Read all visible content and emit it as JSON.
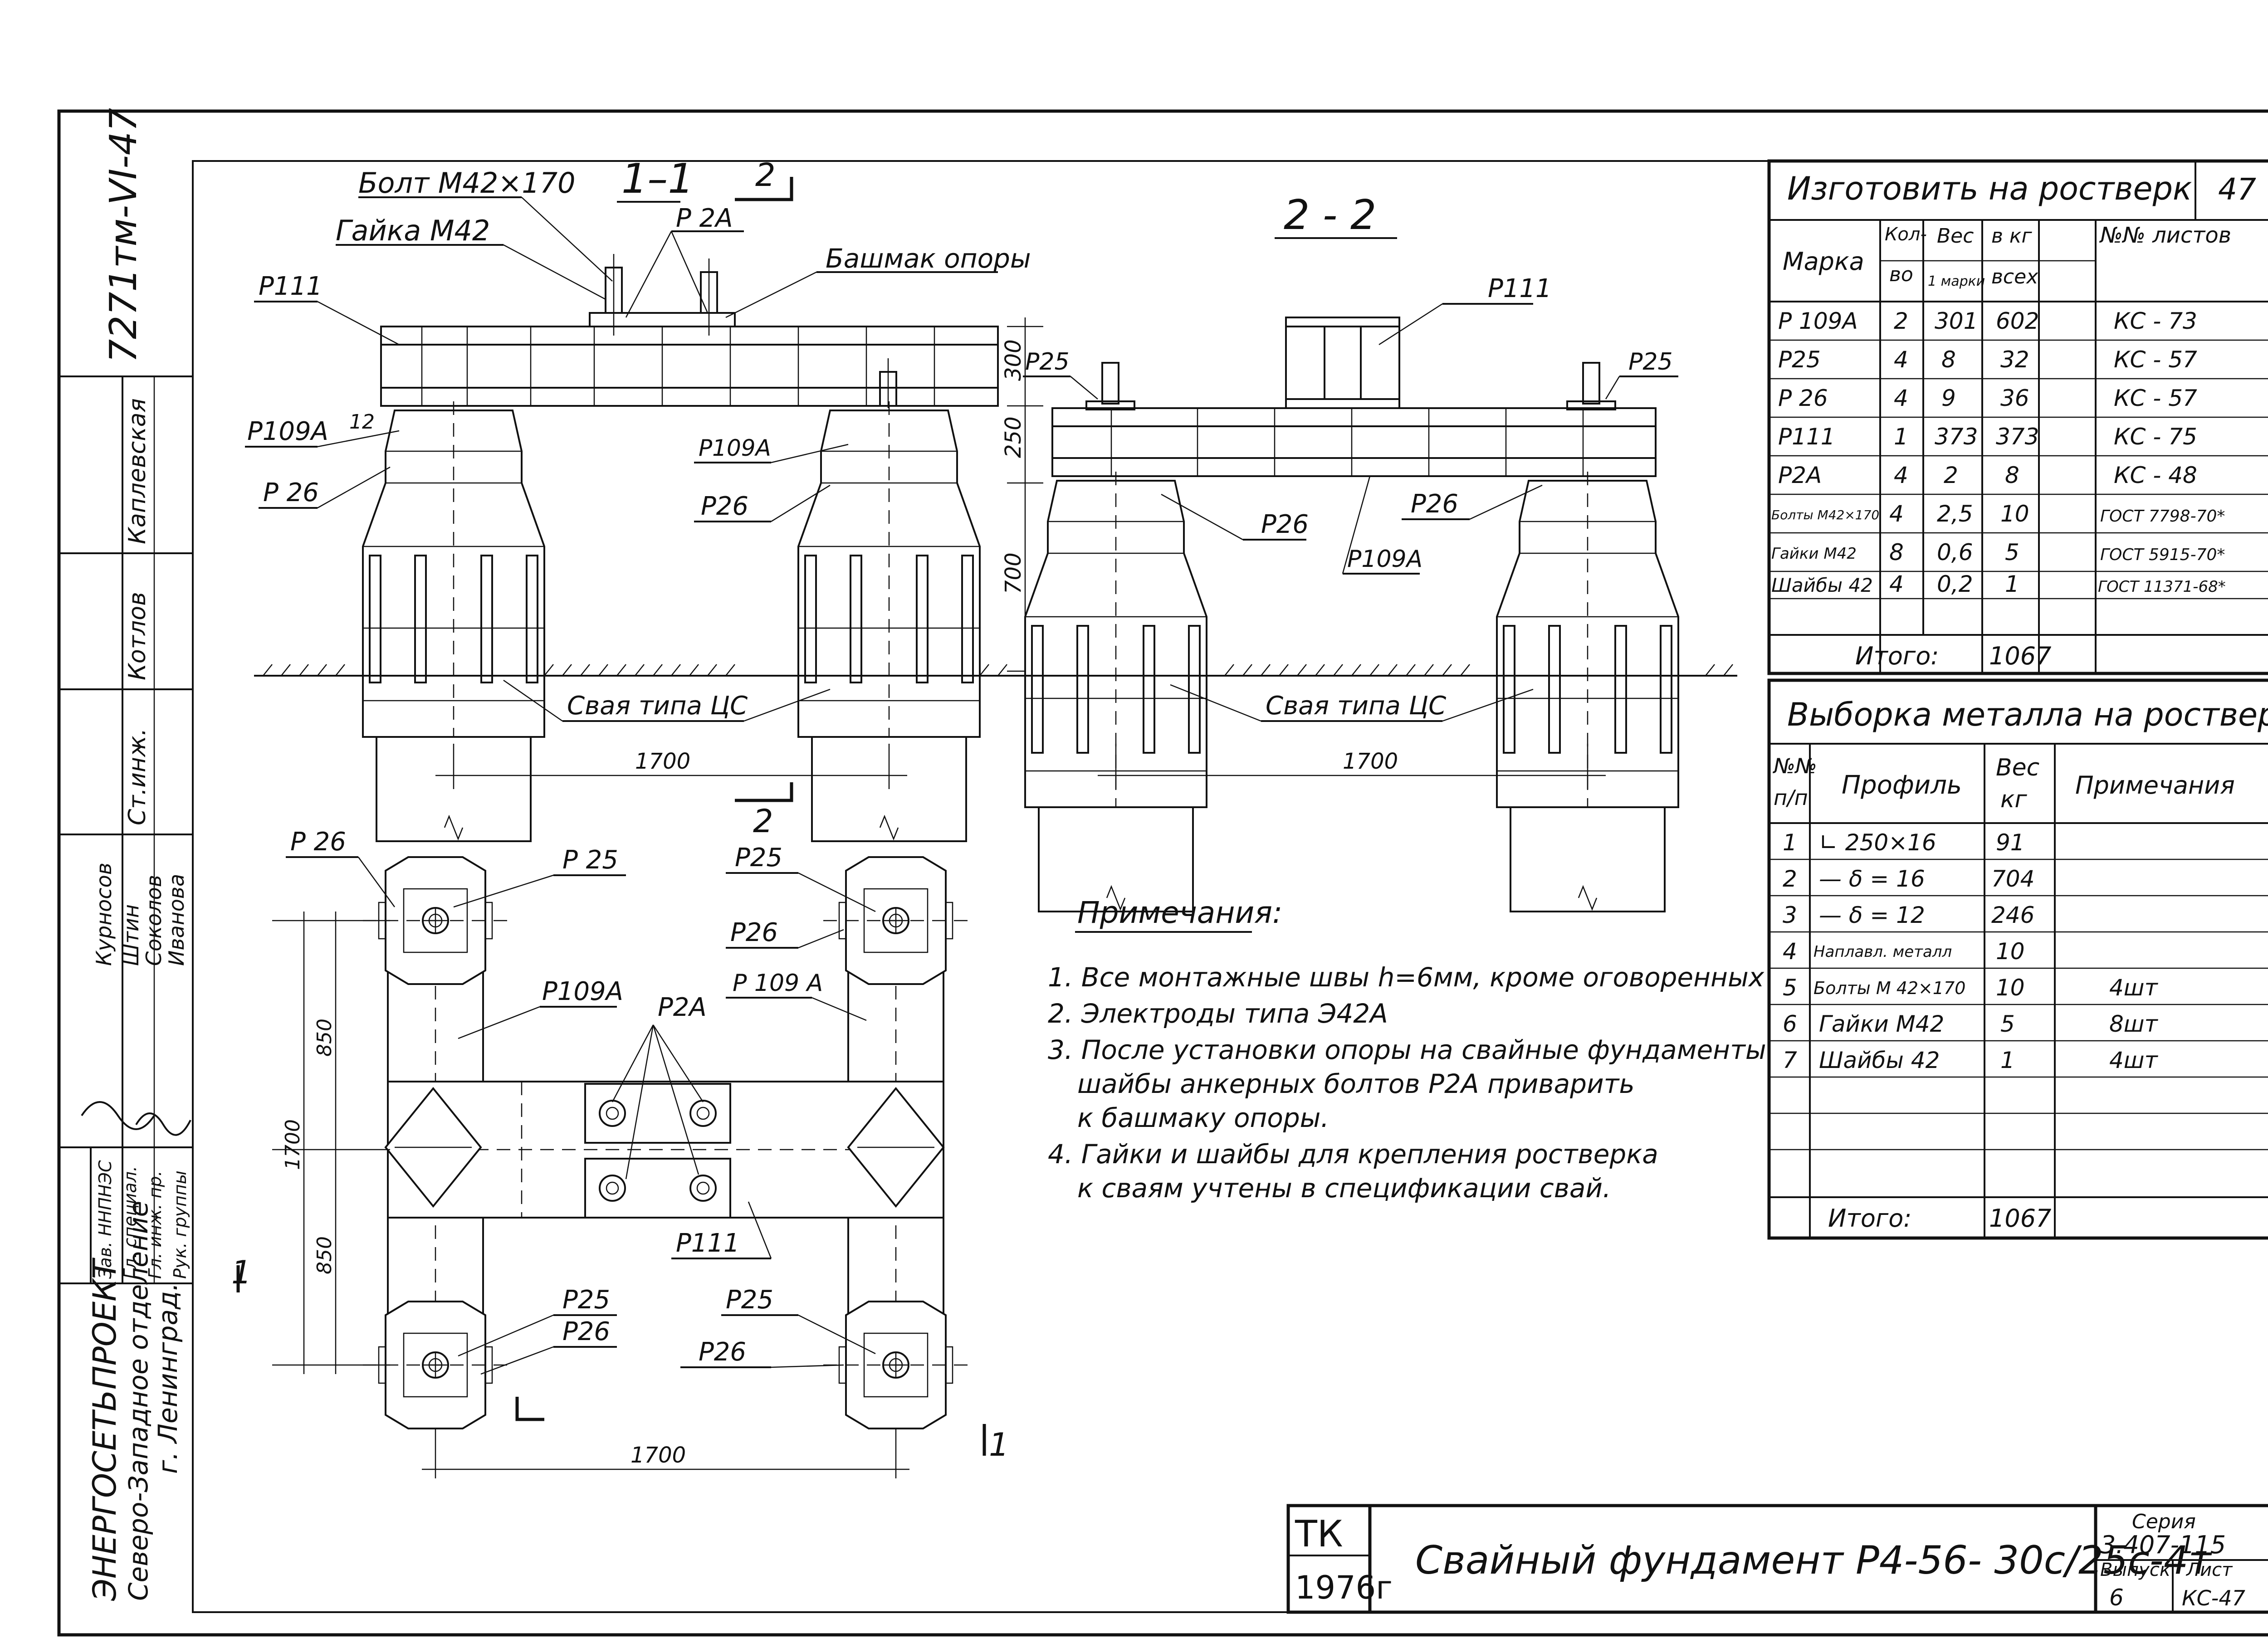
{
  "side_stamp": {
    "code": "7271тм-VI-47",
    "names": [
      "Каплевская",
      "Котлов",
      "Ст.инж.",
      "Курносов",
      "Штин",
      "Соколов",
      "Иванова"
    ],
    "roles": [
      "Зав. ННПНЭС",
      "Гл. специал.",
      "Гл. инж. пр.",
      "Рук. группы"
    ],
    "org_1": "ЭНЕРГОСЕТЬПРОЕКТ",
    "org_2": "Северо-Западное отделение",
    "org_3": "г. Ленинград."
  },
  "section_11": {
    "title": "1–1",
    "cut_mark": "2",
    "labels": {
      "bolt": "Болт М42×170",
      "nut": "Гайка М42",
      "p2a": "Р 2А",
      "shoe": "Башмак опоры",
      "p111": "Р111",
      "p109a_left": "Р109А",
      "p26_left": "Р 26",
      "p109a_right": "Р109А",
      "p26_right": "Р26",
      "weld": "12",
      "pile": "Свая типа ЦС"
    },
    "dims": {
      "h1": "300",
      "h2": "250",
      "h3": "700",
      "span": "1700"
    }
  },
  "section_22": {
    "title": "2 - 2",
    "labels": {
      "p25_left": "Р25",
      "p25_right": "Р25",
      "p111": "Р111",
      "p26_left": "Р26",
      "p26_right": "Р26",
      "p109a": "Р109А",
      "pile": "Свая типа ЦС"
    },
    "dims": {
      "span": "1700"
    }
  },
  "plan": {
    "cut_mark_top": "2",
    "cut_mark_left": "1",
    "cut_mark_right": "1",
    "labels": {
      "p26_tl": "Р 26",
      "p25_tl": "Р 25",
      "p25_tr": "Р25",
      "p26_tr": "Р26",
      "p109a_left": "Р109А",
      "p109a_right": "Р 109 А",
      "p2a": "Р2А",
      "p111": "Р111",
      "p25_bl": "Р25",
      "p26_bl": "Р26",
      "p25_br": "Р25",
      "p26_br": "Р26"
    },
    "dims": {
      "top": "850",
      "bottom": "850",
      "total": "1700",
      "span": "1700"
    }
  },
  "notes": {
    "title": "Примечания:",
    "items": [
      "1. Все монтажные швы h=6мм, кроме оговоренных",
      "2. Электроды типа Э42А",
      "3. После установки опоры на свайные фундаменты",
      "шайбы анкерных болтов Р2А приварить",
      "к башмаку опоры.",
      "4. Гайки и шайбы для крепления ростверка",
      "к сваям учтены в спецификации свай."
    ]
  },
  "spec_table": {
    "title": "Изготовить на ростверк",
    "sheet_no": "47",
    "headers": {
      "mark": "Марка",
      "qty_1": "Кол-",
      "qty_2": "во",
      "weight_1": "Вес",
      "weight_2": "1 марки",
      "kg_1": "в кг",
      "kg_2": "всех",
      "sheets": "№№ листов"
    },
    "rows": [
      [
        "Р 109А",
        "2",
        "301",
        "602",
        "КС - 73"
      ],
      [
        "Р25",
        "4",
        "8",
        "32",
        "КС - 57"
      ],
      [
        "Р 26",
        "4",
        "9",
        "36",
        "КС - 57"
      ],
      [
        "Р111",
        "1",
        "373",
        "373",
        "КС - 75"
      ],
      [
        "Р2А",
        "4",
        "2",
        "8",
        "КС - 48"
      ],
      [
        "Болты М42×170",
        "4",
        "2,5",
        "10",
        "ГОСТ 7798-70*"
      ],
      [
        "Гайки М42",
        "8",
        "0,6",
        "5",
        "ГОСТ 5915-70*"
      ],
      [
        "Шайбы 42",
        "4",
        "0,2",
        "1",
        "ГОСТ 11371-68*"
      ]
    ],
    "total_label": "Итого:",
    "total_value": "1067"
  },
  "metal_table": {
    "title": "Выборка металла на ростверк",
    "headers": {
      "no_1": "№№",
      "no_2": "п/п",
      "profile": "Профиль",
      "weight_1": "Вес",
      "weight_2": "кг",
      "note": "Примечания"
    },
    "rows": [
      [
        "1",
        "∟ 250×16",
        "91",
        ""
      ],
      [
        "2",
        "— δ = 16",
        "704",
        ""
      ],
      [
        "3",
        "— δ = 12",
        "246",
        ""
      ],
      [
        "4",
        "Наплавл. металл",
        "10",
        ""
      ],
      [
        "5",
        "Болты М 42×170",
        "10",
        "4шт"
      ],
      [
        "6",
        "Гайки М42",
        "5",
        "8шт"
      ],
      [
        "7",
        "Шайбы 42",
        "1",
        "4шт"
      ]
    ],
    "total_label": "Итого:",
    "total_value": "1067"
  },
  "title_block": {
    "tk": "ТК",
    "year": "1976г",
    "title": "Свайный фундамент Р4-56- 30с/25с-4т",
    "series_label": "Серия",
    "series_value": "3.407-115",
    "issue_label": "Выпуск",
    "issue_value": "6",
    "sheet_label": "Лист",
    "sheet_value": "КС-47"
  }
}
